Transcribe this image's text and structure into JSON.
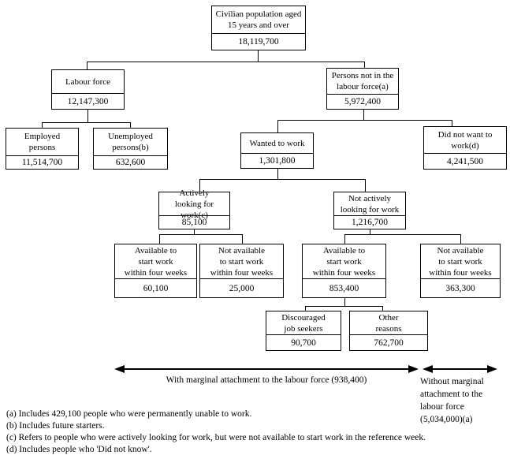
{
  "diagram": {
    "nodes": {
      "civilian": {
        "label": "Civilian population aged\n15 years and over",
        "value": "18,119,700"
      },
      "labour_force": {
        "label": "Labour force",
        "value": "12,147,300"
      },
      "not_in_labour_force": {
        "label": "Persons not in the\nlabour force(a)",
        "value": "5,972,400"
      },
      "employed": {
        "label": "Employed\npersons",
        "value": "11,514,700"
      },
      "unemployed": {
        "label": "Unemployed\npersons(b)",
        "value": "632,600"
      },
      "wanted_to_work": {
        "label": "Wanted to work",
        "value": "1,301,800"
      },
      "did_not_want_to_work": {
        "label": "Did not want to\nwork(d)",
        "value": "4,241,500"
      },
      "actively_looking": {
        "label": "Actively\nlooking for work(c)",
        "value": "85,100"
      },
      "not_actively_looking": {
        "label": "Not actively\nlooking for work",
        "value": "1,216,700"
      },
      "available_four_weeks_active": {
        "label": "Available to\nstart work\nwithin four weeks",
        "value": "60,100"
      },
      "not_available_four_weeks_active": {
        "label": "Not available\nto start work\nwithin four weeks",
        "value": "25,000"
      },
      "available_four_weeks_inactive": {
        "label": "Available to\nstart work\nwithin four weeks",
        "value": "853,400"
      },
      "not_available_four_weeks_inactive": {
        "label": "Not available\nto start work\nwithin four weeks",
        "value": "363,300"
      },
      "discouraged_job_seekers": {
        "label": "Discouraged\njob seekers",
        "value": "90,700"
      },
      "other_reasons": {
        "label": "Other\nreasons",
        "value": "762,700"
      }
    },
    "annotations": {
      "with_marginal": "With marginal attachment to the labour force (938,400)",
      "without_marginal": "Without marginal\nattachment to the\nlabour force\n(5,034,000)(a)"
    },
    "footnotes": [
      "(a) Includes 429,100 people who were permanently unable to work.",
      "(b) Includes future starters.",
      "(c) Refers to people who were actively looking for work, but were not available to start work in the reference week.",
      "(d) Includes people who 'Did not know'."
    ],
    "colors": {
      "line": "#000000",
      "background": "#ffffff"
    }
  }
}
